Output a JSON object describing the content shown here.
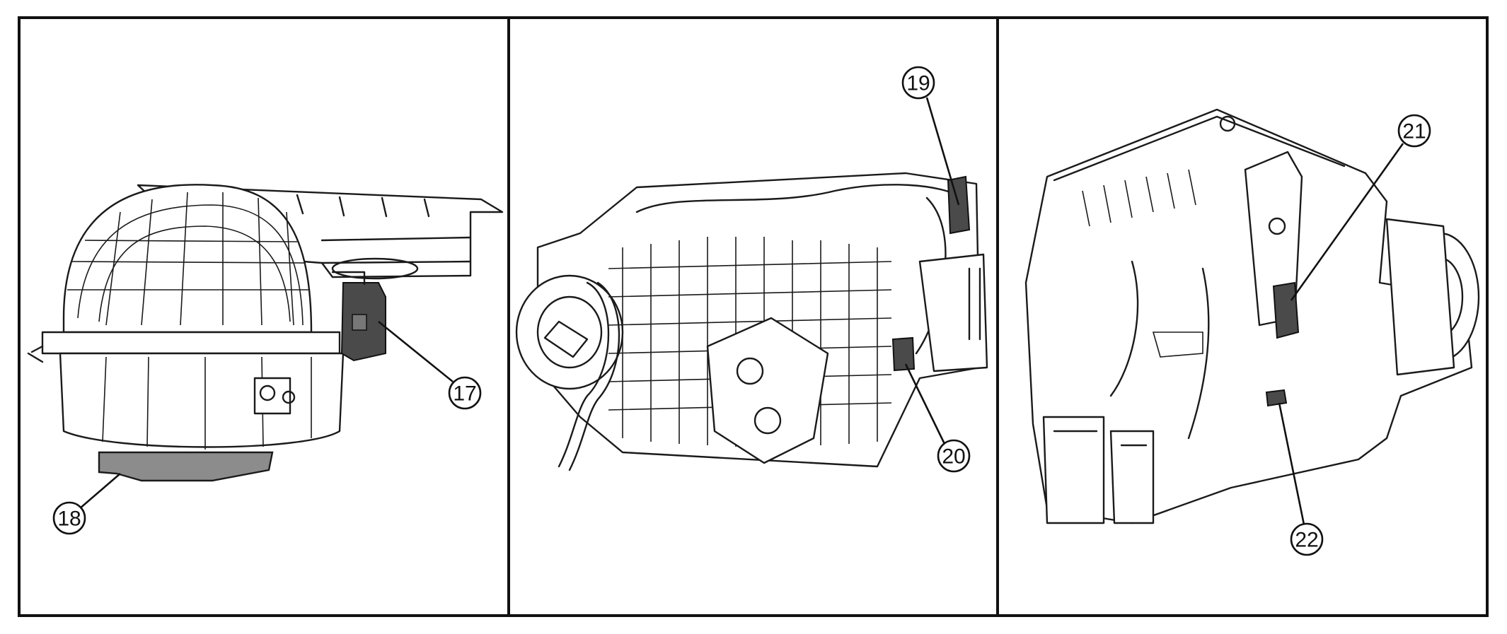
{
  "panels": [
    {
      "id": "left",
      "callouts": [
        {
          "label": "17"
        },
        {
          "label": "18"
        }
      ]
    },
    {
      "id": "middle",
      "callouts": [
        {
          "label": "19"
        },
        {
          "label": "20"
        }
      ]
    },
    {
      "id": "right",
      "callouts": [
        {
          "label": "21"
        },
        {
          "label": "22"
        }
      ]
    }
  ]
}
